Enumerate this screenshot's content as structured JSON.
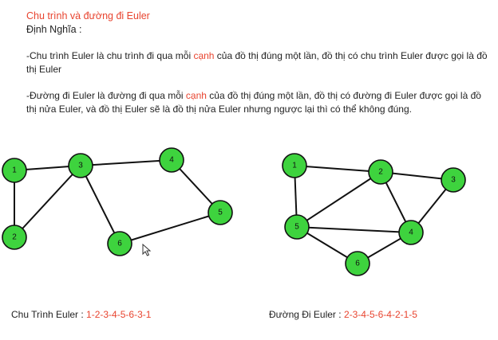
{
  "document": {
    "title": "Chu trình và đường đi Euler",
    "subtitle": "Định Nghĩa :",
    "para1": {
      "before": "-Chu trình Euler là chu trình đi qua mỗi ",
      "highlight": "cạnh",
      "after": " của đồ thị đúng một lần, đồ thị có chu trình Euler được gọi là đồ thị Euler"
    },
    "para2": {
      "before": "-Đường đi Euler là đường đi qua mỗi ",
      "highlight": "cạnh",
      "after": " của đồ thị đúng một lần, đồ thị có đường đi Euler được gọi là đồ thị nửa Euler, và đồ thị Euler sẽ là đồ thị nửa Euler nhưng ngược lại thì có thể không đúng."
    }
  },
  "colors": {
    "accent": "#e8442f",
    "node_fill": "#3ed33e",
    "stroke": "#111111"
  },
  "graphs": {
    "cycle": {
      "caption_label": "Chu Trình Euler : ",
      "caption_path": "1-2-3-4-5-6-3-1",
      "nodes": [
        "1",
        "2",
        "3",
        "4",
        "5",
        "6"
      ],
      "edges": [
        [
          "1",
          "3"
        ],
        [
          "1",
          "2"
        ],
        [
          "2",
          "3"
        ],
        [
          "3",
          "4"
        ],
        [
          "4",
          "5"
        ],
        [
          "5",
          "6"
        ],
        [
          "6",
          "3"
        ]
      ]
    },
    "path": {
      "caption_label": "Đường Đi Euler : ",
      "caption_path": "2-3-4-5-6-4-2-1-5",
      "nodes": [
        "1",
        "2",
        "3",
        "4",
        "5",
        "6"
      ],
      "edges": [
        [
          "1",
          "2"
        ],
        [
          "2",
          "3"
        ],
        [
          "3",
          "4"
        ],
        [
          "2",
          "4"
        ],
        [
          "4",
          "5"
        ],
        [
          "5",
          "6"
        ],
        [
          "6",
          "4"
        ],
        [
          "1",
          "5"
        ],
        [
          "5",
          "2"
        ]
      ]
    }
  }
}
